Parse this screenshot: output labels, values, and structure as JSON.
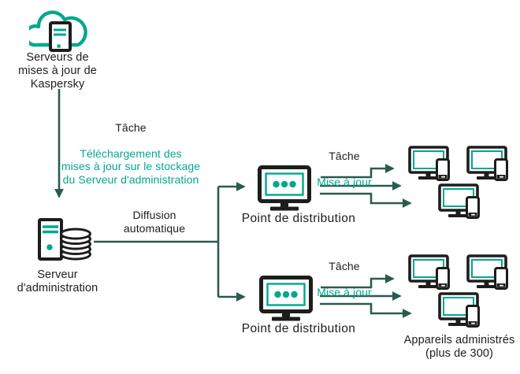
{
  "colors": {
    "accent": "#00a88e",
    "connector": "#2a5b50",
    "ink": "#1d1d1b",
    "bg": "#ffffff"
  },
  "nodes": {
    "update_servers": {
      "label": "Serveurs de\nmises à jour de\nKaspersky",
      "icon": "cloud-server-icon"
    },
    "admin_server": {
      "label": "Serveur\nd'administration",
      "icon": "server-storage-icon"
    },
    "distribution_point_1": {
      "label": "Point de distribution",
      "icon": "monitor-icon"
    },
    "distribution_point_2": {
      "label": "Point de distribution",
      "icon": "monitor-icon"
    },
    "managed_devices": {
      "label": "Appareils administrés\n(plus de 300)",
      "icon": "desktop-and-phone-icon",
      "device_count": 6
    }
  },
  "tasks": {
    "download": {
      "title": "Tâche",
      "description": "Téléchargement des\nmises à jour sur le stockage\ndu Serveur d'administration"
    },
    "diffusion": {
      "label": "Diffusion\nautomatique"
    },
    "update_1": {
      "title": "Tâche",
      "label": "Mise à jour"
    },
    "update_2": {
      "title": "Tâche",
      "label": "Mise à jour"
    }
  }
}
